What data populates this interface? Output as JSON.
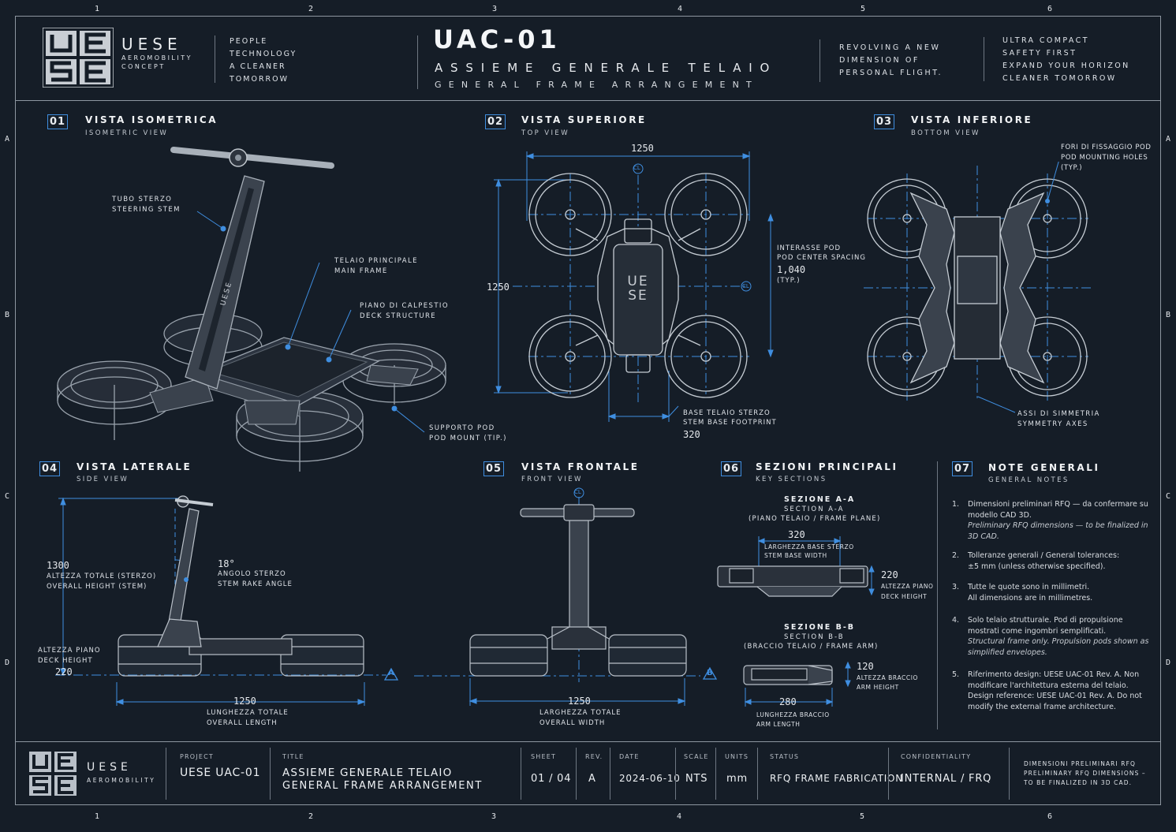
{
  "header": {
    "brand_name": "UESE",
    "brand_sub1": "AEROMOBILITY",
    "brand_sub2": "CONCEPT",
    "tagline": [
      "PEOPLE",
      "TECHNOLOGY",
      "A CLEANER",
      "TOMORROW"
    ],
    "drawing_code": "UAC-01",
    "title_it": "ASSIEME GENERALE TELAIO",
    "title_en": "GENERAL FRAME ARRANGEMENT",
    "mission": [
      "REVOLVING A NEW",
      "DIMENSION OF",
      "PERSONAL FLIGHT."
    ],
    "values": [
      "ULTRA COMPACT",
      "SAFETY FIRST",
      "EXPAND YOUR HORIZON",
      "CLEANER TOMORROW"
    ]
  },
  "grid": {
    "cols": [
      "1",
      "2",
      "3",
      "4",
      "5",
      "6"
    ],
    "rows": [
      "A",
      "B",
      "C",
      "D"
    ]
  },
  "views": {
    "v01": {
      "num": "01",
      "title": "VISTA ISOMETRICA",
      "sub": "ISOMETRIC VIEW",
      "callouts": {
        "steer_it": "TUBO STERZO",
        "steer_en": "STEERING STEM",
        "frame_it": "TELAIO PRINCIPALE",
        "frame_en": "MAIN FRAME",
        "deck_it": "PIANO DI CALPESTIO",
        "deck_en": "DECK STRUCTURE",
        "pod_it": "SUPPORTO POD",
        "pod_en": "POD MOUNT (TIP.)"
      },
      "brand_on_stem": "UESE"
    },
    "v02": {
      "num": "02",
      "title": "VISTA SUPERIORE",
      "sub": "TOP VIEW",
      "dim_width": "1250",
      "dim_height": "1250",
      "cl": "CL",
      "spacing_it": "INTERASSE POD",
      "spacing_en": "POD CENTER SPACING",
      "spacing_val": "1,040",
      "spacing_typ": "(TYP.)",
      "base_it": "BASE TELAIO STERZO",
      "base_en": "STEM BASE FOOTPRINT",
      "base_val": "320"
    },
    "v03": {
      "num": "03",
      "title": "VISTA INFERIORE",
      "sub": "BOTTOM VIEW",
      "holes_it": "FORI DI FISSAGGIO POD",
      "holes_en": "POD MOUNTING HOLES",
      "holes_typ": "(TYP.)",
      "axes_it": "ASSI DI SIMMETRIA",
      "axes_en": "SYMMETRY AXES"
    },
    "v04": {
      "num": "04",
      "title": "VISTA LATERALE",
      "sub": "SIDE VIEW",
      "height_val": "1300",
      "height_it": "ALTEZZA TOTALE (STERZO)",
      "height_en": "OVERALL HEIGHT (STEM)",
      "rake_val": "18°",
      "rake_it": "ANGOLO STERZO",
      "rake_en": "STEM RAKE ANGLE",
      "deck_it": "ALTEZZA PIANO",
      "deck_en": "DECK HEIGHT",
      "deck_val": "220",
      "len_val": "1250",
      "len_it": "LUNGHEZZA TOTALE",
      "len_en": "OVERALL LENGTH",
      "section_mark": "A"
    },
    "v05": {
      "num": "05",
      "title": "VISTA FRONTALE",
      "sub": "FRONT VIEW",
      "width_val": "1250",
      "width_it": "LARGHEZZA TOTALE",
      "width_en": "OVERALL WIDTH",
      "section_mark": "B",
      "cl": "CL"
    },
    "v06": {
      "num": "06",
      "title": "SEZIONI PRINCIPALI",
      "sub": "KEY SECTIONS",
      "secA_it": "SEZIONE A-A",
      "secA_en": "SECTION A-A",
      "secA_desc": "(PIANO TELAIO / FRAME PLANE)",
      "secA_w": "320",
      "secA_w_it": "LARGHEZZA BASE STERZO",
      "secA_w_en": "STEM BASE WIDTH",
      "secA_h": "220",
      "secA_h_it": "ALTEZZA PIANO",
      "secA_h_en": "DECK HEIGHT",
      "secB_it": "SEZIONE B-B",
      "secB_en": "SECTION B-B",
      "secB_desc": "(BRACCIO TELAIO / FRAME ARM)",
      "secB_h": "120",
      "secB_h_it": "ALTEZZA BRACCIO",
      "secB_h_en": "ARM HEIGHT",
      "secB_l": "280",
      "secB_l_it": "LUNGHEZZA BRACCIO",
      "secB_l_en": "ARM LENGTH"
    },
    "v07": {
      "num": "07",
      "title": "NOTE GENERALI",
      "sub": "GENERAL NOTES",
      "notes": [
        {
          "n": "1.",
          "it": "Dimensioni preliminari RFQ — da confermare su modello CAD 3D.",
          "en": "Preliminary RFQ dimensions — to be finalized in 3D CAD."
        },
        {
          "n": "2.",
          "it": "Tolleranze generali / General tolerances:",
          "en2": "±5 mm (unless otherwise specified)."
        },
        {
          "n": "3.",
          "it": "Tutte le quote sono in millimetri.",
          "en2": "All dimensions are in millimetres."
        },
        {
          "n": "4.",
          "it": "Solo telaio strutturale. Pod di propulsione mostrati come ingombri semplificati.",
          "en": "Structural frame only. Propulsion pods shown as simplified envelopes."
        },
        {
          "n": "5.",
          "it": "Riferimento design: UESE UAC-01 Rev. A. Non modificare l'architettura esterna del telaio.",
          "en2": "Design reference: UESE UAC-01 Rev. A. Do not modify the external frame architecture."
        }
      ]
    }
  },
  "title_block": {
    "brand_name": "UESE",
    "brand_sub": "AEROMOBILITY",
    "project_h": "PROJECT",
    "project_v": "UESE UAC-01",
    "title_h": "TITLE",
    "title_v1": "ASSIEME GENERALE TELAIO",
    "title_v2": "GENERAL FRAME ARRANGEMENT",
    "sheet_h": "SHEET",
    "sheet_v": "01 / 04",
    "rev_h": "REV.",
    "rev_v": "A",
    "date_h": "DATE",
    "date_v": "2024-06-10",
    "scale_h": "SCALE",
    "scale_v": "NTS",
    "units_h": "UNITS",
    "units_v": "mm",
    "status_h": "STATUS",
    "status_v": "RFQ FRAME FABRICATION",
    "conf_h": "CONFIDENTIALITY",
    "conf_v": "INTERNAL / FRQ",
    "disclaimer": [
      "DIMENSIONI PRELIMINARI RFQ",
      "PRELIMINARY RFQ DIMENSIONS –",
      "TO BE FINALIZED IN 3D CAD."
    ]
  },
  "colors": {
    "background": "#151d27",
    "accent": "#3f8ee0",
    "line": "#8d96a0",
    "text": "#dfe3e8"
  }
}
